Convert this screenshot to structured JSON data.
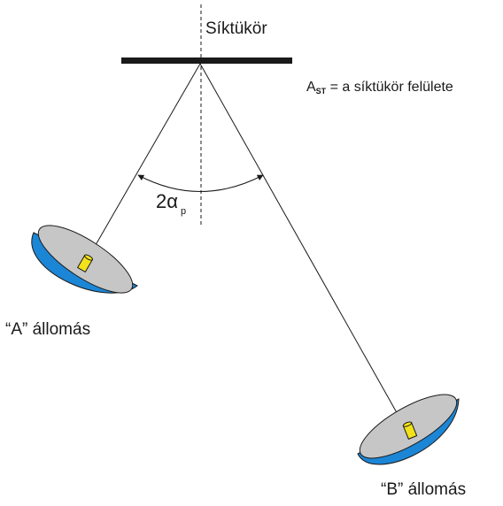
{
  "labels": {
    "mirror": "Síktükör",
    "area_symbol": "A",
    "area_subscript": "ST",
    "area_text": " = a síktükör felülete",
    "angle_symbol": "2α",
    "angle_subscript": "p",
    "station_a": "“A” állomás",
    "station_b": "“B” állomás"
  },
  "colors": {
    "mirror": "#1a1a1a",
    "dish_outer": "#1c86d6",
    "dish_inner": "#c6c6c6",
    "feed": "#f2e21a",
    "lines": "#1a1a1a"
  }
}
